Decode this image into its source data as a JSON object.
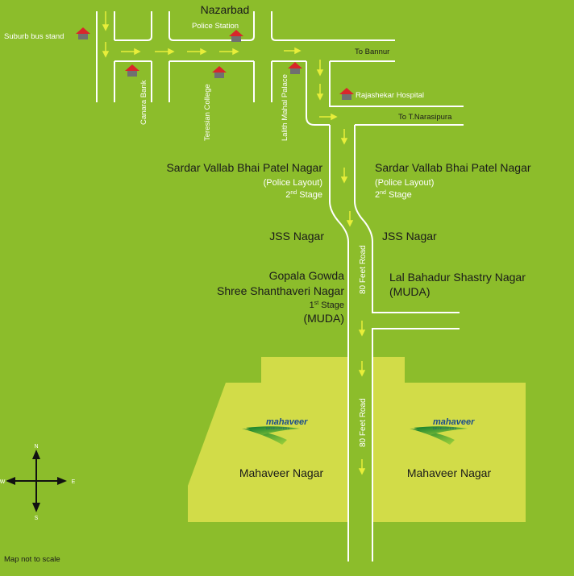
{
  "colors": {
    "background": "#8cbd2b",
    "plot": "#d2dc48",
    "road": "#ffffff",
    "arrow": "#e8ee3a",
    "house_roof": "#d9262b",
    "house_body": "#707070"
  },
  "top": {
    "nazarbad": "Nazarbad",
    "police_station": "Police Station",
    "suburb_bus_stand": "Suburb bus stand",
    "canara_bank": "Canara Bank",
    "teresian_college": "Teresian College",
    "lalith_mahal_palace": "Lalith Mahal Palace",
    "rajashekar_hospital": "Rajashekar Hospital",
    "to_bannur": "To Bannur",
    "to_tnarasipura": "To T.Narasipura"
  },
  "left": {
    "svp_nagar": "Sardar Vallab Bhai Patel Nagar",
    "police_layout": "(Police Layout)",
    "stage_num": "2",
    "stage_sup": "nd",
    "stage_word": " Stage",
    "jss_nagar": "JSS Nagar",
    "gopala_gowda": "Gopala Gowda",
    "shree_shanthaveri": "Shree Shanthaveri Nagar",
    "stage1_num": "1",
    "stage1_sup": "st",
    "stage1_word": " Stage",
    "muda": "(MUDA)"
  },
  "right": {
    "svp_nagar": "Sardar Vallab Bhai Patel Nagar",
    "police_layout": "(Police Layout)",
    "stage_num": "2",
    "stage_sup": "nd",
    "stage_word": " Stage",
    "jss_nagar": "JSS Nagar",
    "lal_bahadur": "Lal Bahadur Shastry Nagar",
    "muda": "(MUDA)"
  },
  "road": {
    "label_upper": "80 Feet Road",
    "label_lower": "80 Feet Road"
  },
  "plots": {
    "left_brand": "mahaveer",
    "left_brand_sub": "DEVELOPERS",
    "left_name": "Mahaveer Nagar",
    "right_brand": "mahaveer",
    "right_brand_sub": "DEVELOPERS",
    "right_name": "Mahaveer Nagar"
  },
  "compass": {
    "n": "N",
    "s": "S",
    "e": "E",
    "w": "W"
  },
  "footer": {
    "note": "Map not to scale"
  }
}
